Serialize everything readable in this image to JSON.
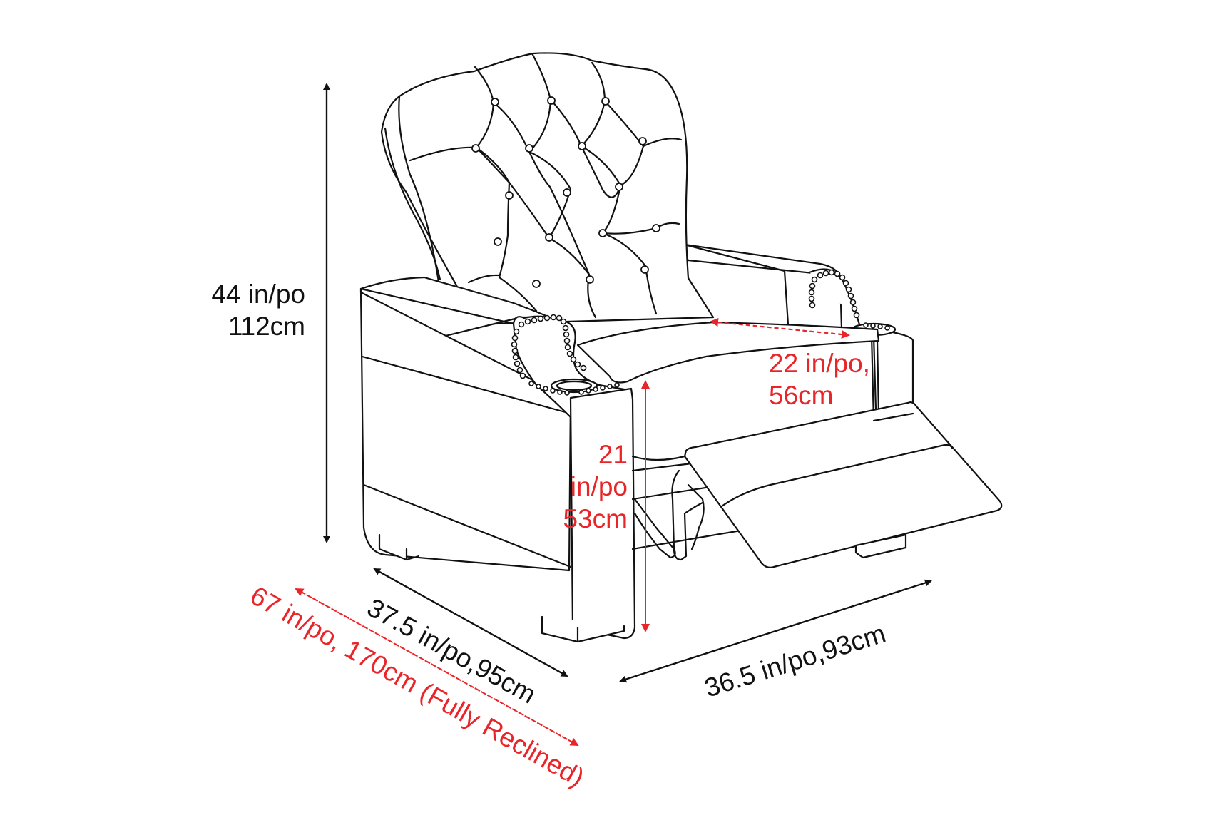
{
  "diagram": {
    "subject": "Tufted power recliner chair dimension drawing",
    "colors": {
      "outline": "#111111",
      "dimension_primary": "#111111",
      "dimension_accent": "#e8262a",
      "background": "#ffffff"
    },
    "dimensions": {
      "height": {
        "line1": "44 in/po",
        "line2": "112cm"
      },
      "depth": {
        "label": "37.5 in/po,95cm"
      },
      "width": {
        "label": "36.5 in/po,93cm"
      },
      "fully_reclined": {
        "label": "67 in/po,  170cm (Fully Reclined)"
      },
      "seat_depth": {
        "line1": "22 in/po,",
        "line2": "56cm"
      },
      "seat_height": {
        "line1": "21",
        "line2": "in/po",
        "line3": "53cm"
      }
    }
  }
}
